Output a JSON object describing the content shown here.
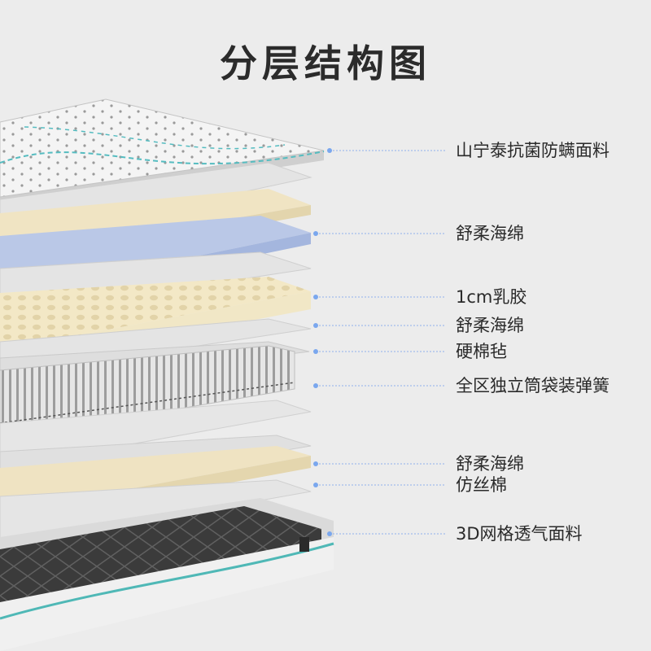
{
  "title": "分层结构图",
  "labels": [
    "山宁泰抗菌防螨面料",
    "舒柔海绵",
    "1cm乳胶",
    "舒柔海绵",
    "硬棉毡",
    "全区独立筒袋装弹簧",
    "舒柔海绵",
    "仿丝棉",
    "3D网格透气面料"
  ],
  "colors": {
    "background": "#ececec",
    "accent": "#7aa7ee",
    "leader": "#8fb1ec",
    "cream": "#efe3c2",
    "blue_foam": "#b9c7e6",
    "grey_sheet": "#e2e2e2",
    "teal_trim": "#4fb8b6"
  }
}
